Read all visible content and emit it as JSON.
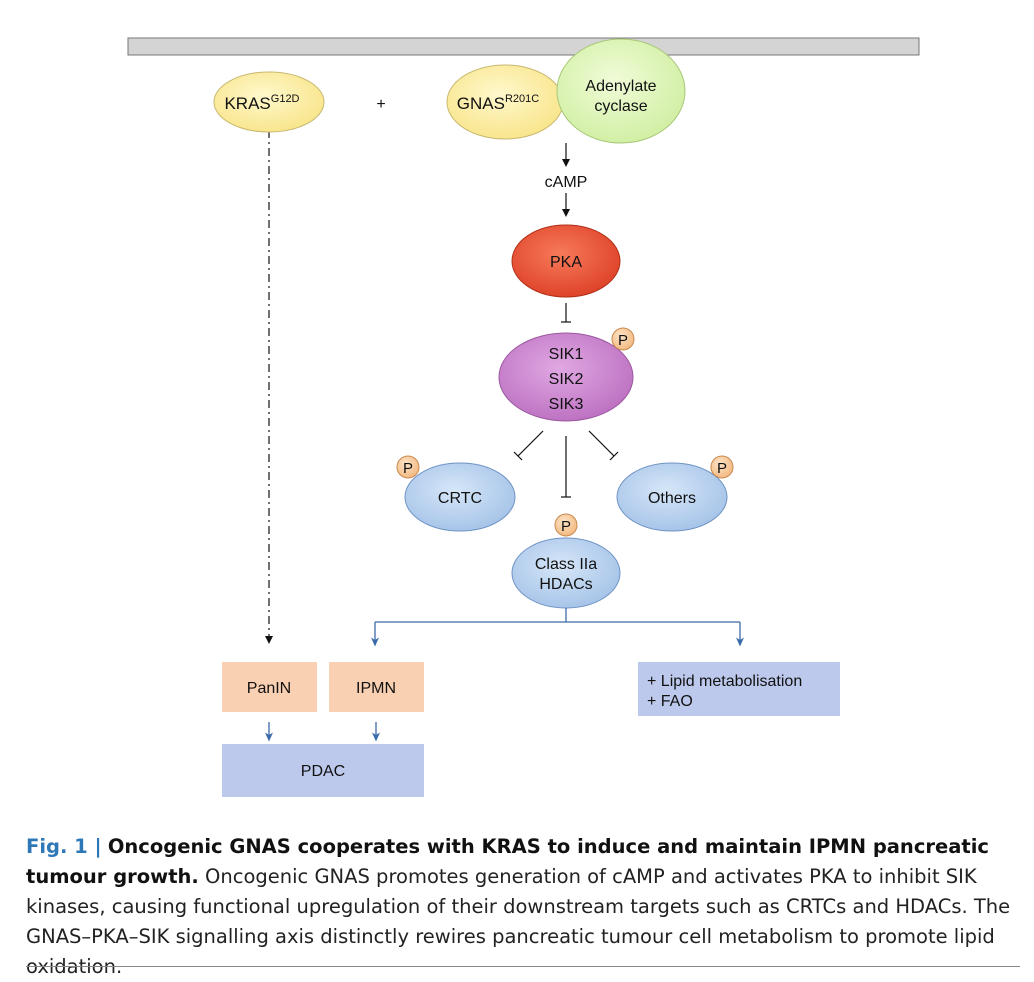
{
  "nodes": {
    "kras": {
      "label": "KRAS",
      "sup": "G12D"
    },
    "plus": "+",
    "gnas": {
      "label": "GNAS",
      "sup": "R201C"
    },
    "adenylate": {
      "line1": "Adenylate",
      "line2": "cyclase"
    },
    "camp": "cAMP",
    "pka": "PKA",
    "sik": {
      "line1": "SIK1",
      "line2": "SIK2",
      "line3": "SIK3"
    },
    "crtc": "CRTC",
    "others": "Others",
    "hdac": {
      "line1": "Class IIa",
      "line2": "HDACs"
    },
    "panin": "PanIN",
    "ipmn": "IPMN",
    "pdac": "PDAC",
    "lipid": {
      "line1": "+ Lipid metabolisation",
      "line2": "+ FAO"
    },
    "phospho": "P"
  },
  "colors": {
    "yellow": "#fbeea0",
    "green": "#dff5b0",
    "red": "#e8452c",
    "purple": "#c880cc",
    "blue": "#b5d0ee",
    "peach": "#fad0b3",
    "lavender": "#bcc9ec",
    "phospho": "#f6c594",
    "arrowBlue": "#3b6aa8"
  },
  "caption": {
    "fig_label": "Fig. 1 |",
    "title": "Oncogenic GNAS cooperates with KRAS to induce and maintain IPMN pancreatic tumour growth.",
    "body": "Oncogenic GNAS promotes generation of cAMP and activates PKA to inhibit SIK kinases, causing functional upregulation of their downstream targets such as CRTCs and HDACs. The GNAS–PKA–SIK signalling axis distinctly rewires pancreatic tumour cell metabolism to promote lipid oxidation."
  }
}
